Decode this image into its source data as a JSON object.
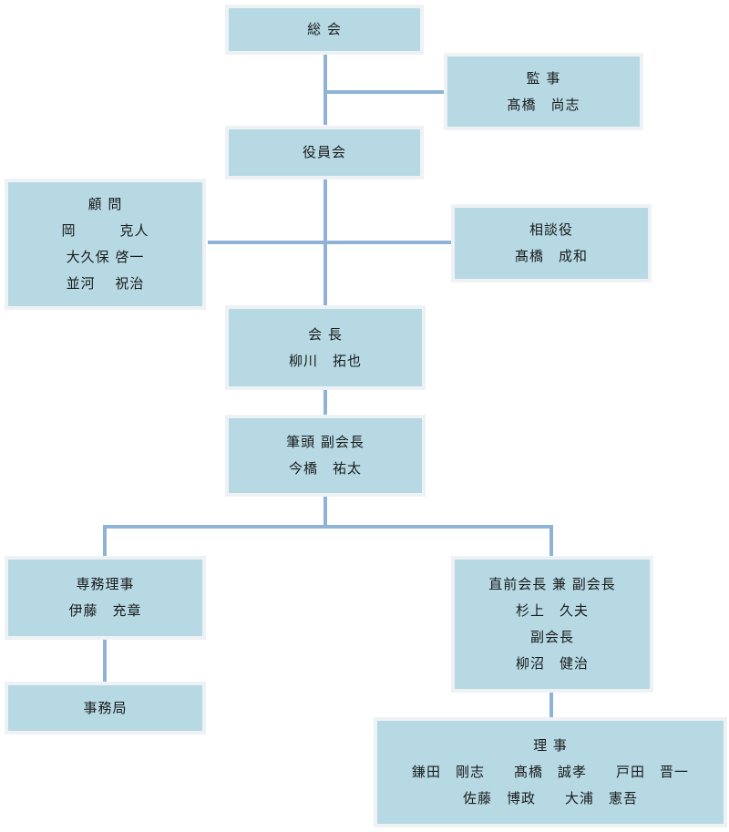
{
  "nodes": {
    "soukai": {
      "lines": [
        "総 会"
      ]
    },
    "kanji": {
      "lines": [
        "監 事",
        "髙橋　尚志"
      ]
    },
    "yakuinkai": {
      "lines": [
        "役員会"
      ]
    },
    "komon": {
      "lines": [
        "顧 問",
        "岡　　　克人",
        "大久保 啓一",
        "並河　 祝治"
      ]
    },
    "soudanyaku": {
      "lines": [
        "相談役",
        "髙橋　成和"
      ]
    },
    "kaicho": {
      "lines": [
        "会 長",
        "柳川　拓也"
      ]
    },
    "hittou_fukukaicho": {
      "lines": [
        "筆頭 副会長",
        "今橋　祐太"
      ]
    },
    "senmu_riji": {
      "lines": [
        "専務理事",
        "伊藤　充章"
      ]
    },
    "jimukyoku": {
      "lines": [
        "事務局"
      ]
    },
    "fukukaicho": {
      "lines": [
        "直前会長 兼 副会長",
        "杉上　久夫",
        "副会長",
        "柳沼　健治"
      ]
    },
    "riji": {
      "lines": [
        "理 事",
        "鎌田　剛志　　髙橋　誠孝　　戸田　晋一",
        "佐藤　博政　　大浦　憲吾"
      ]
    }
  }
}
